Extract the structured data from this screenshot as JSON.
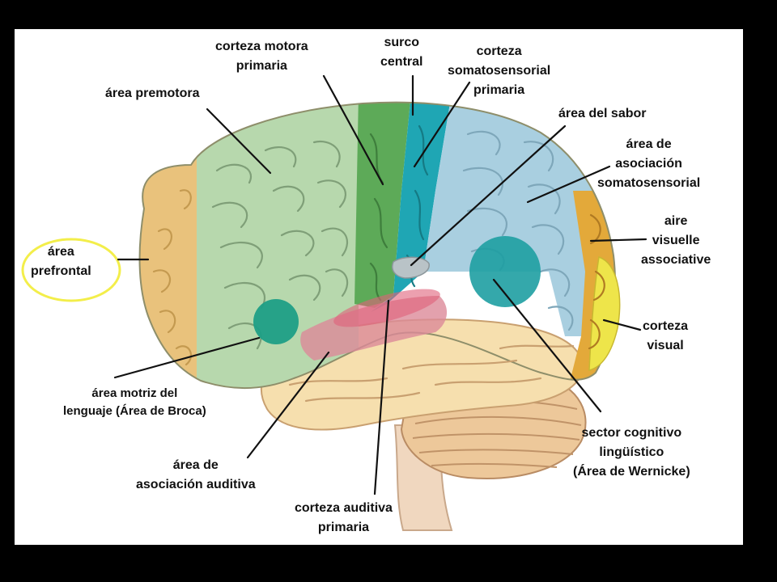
{
  "labels": {
    "corteza_motora_primaria": [
      "corteza motora",
      "primaria"
    ],
    "surco_central": [
      "surco",
      "central"
    ],
    "corteza_somatosensorial_primaria": [
      "corteza",
      "somatosensorial",
      "primaria"
    ],
    "area_premotora": [
      "área premotora"
    ],
    "area_del_sabor": [
      "área del sabor"
    ],
    "area_asociacion_somatosensorial": [
      "área de",
      "asociación",
      "somatosensorial"
    ],
    "area_prefrontal": [
      "área",
      "prefrontal"
    ],
    "aire_visuelle_associative": [
      "aire",
      "visuelle",
      "associative"
    ],
    "corteza_visual": [
      "corteza",
      "visual"
    ],
    "area_motriz_lenguaje": [
      "área motriz del",
      "lenguaje (Área de Broca)"
    ],
    "sector_cognitivo_linguistico": [
      "sector cognitivo",
      "lingüístico",
      "(Área de Wernicke)"
    ],
    "area_asociacion_auditiva": [
      "área de",
      "asociación auditiva"
    ],
    "corteza_auditiva_primaria": [
      "corteza auditiva",
      "primaria"
    ]
  },
  "colors": {
    "prefrontal": "#e9c27c",
    "premotor": "#b7d8ad",
    "motor": "#5daa58",
    "somatosensory": "#1fa6b4",
    "somato_association": "#a9cfe0",
    "visual_association": "#e3a93a",
    "visual": "#eee54a",
    "temporal": "#f6dfae",
    "auditory": "#dc8a98",
    "broca": "#1e9f86",
    "wernicke": "#1e9fa2",
    "taste": "#b9c3c7",
    "cerebellum": "#edc89a",
    "highlight": "#f3ee4a"
  }
}
